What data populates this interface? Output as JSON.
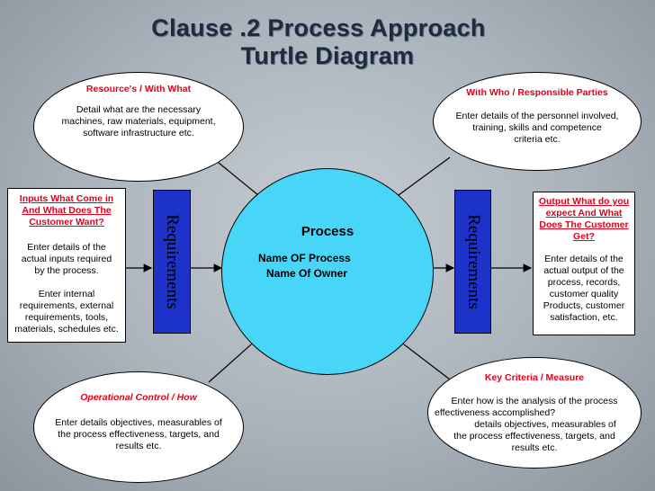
{
  "title": {
    "line1": "Clause .2 Process Approach",
    "line2": "Turtle Diagram"
  },
  "resources": {
    "heading": "Resource's / With What",
    "line1": "Detail what are the necessary",
    "line2": "machines, raw materials, equipment,",
    "line3": "software infrastructure etc."
  },
  "with_who": {
    "heading": "With Who / Responsible Parties",
    "line1": "Enter details of the personnel involved,",
    "line2": "training, skills and competence",
    "line3": "criteria etc."
  },
  "inputs": {
    "heading_line1": "Inputs What Come in",
    "heading_line2": "And What Does The",
    "heading_line3": "Customer Want?",
    "line1": "Enter details of the",
    "line2": "actual inputs required",
    "line3": "by the process.",
    "line4": "Enter internal",
    "line5": "requirements, external",
    "line6": "requirements, tools,",
    "line7": "materials, schedules etc."
  },
  "outputs": {
    "heading_line1": "Output What do you",
    "heading_line2": "expect And What",
    "heading_line3": "Does The Customer",
    "heading_line4": "Get?",
    "line1": "Enter details of the",
    "line2": "actual output of the",
    "line3": "process, records,",
    "line4": "customer quality",
    "line5": "Products, customer",
    "line6": "satisfaction,  etc."
  },
  "requirements_left": "Requirements",
  "requirements_right": "Requirements",
  "process": {
    "heading": "Process",
    "name_line": "Name OF Process",
    "owner_line": "Name Of Owner"
  },
  "operational": {
    "heading": "Operational  Control / How",
    "line1": "Enter details objectives, measurables of",
    "line2": "the process effectiveness, targets, and",
    "line3": "results etc."
  },
  "key_criteria": {
    "heading": "Key Criteria / Measure",
    "line1": "Enter how is the analysis of the process",
    "line2": "effectiveness accomplished?",
    "line3": "details objectives, measurables of",
    "line4": "the process effectiveness, targets, and",
    "line5": "results etc."
  },
  "colors": {
    "title": "#1d2b40",
    "heading_red": "#e3001b",
    "process_fill": "#48d6f8",
    "requirements_fill": "#1c32c8"
  }
}
